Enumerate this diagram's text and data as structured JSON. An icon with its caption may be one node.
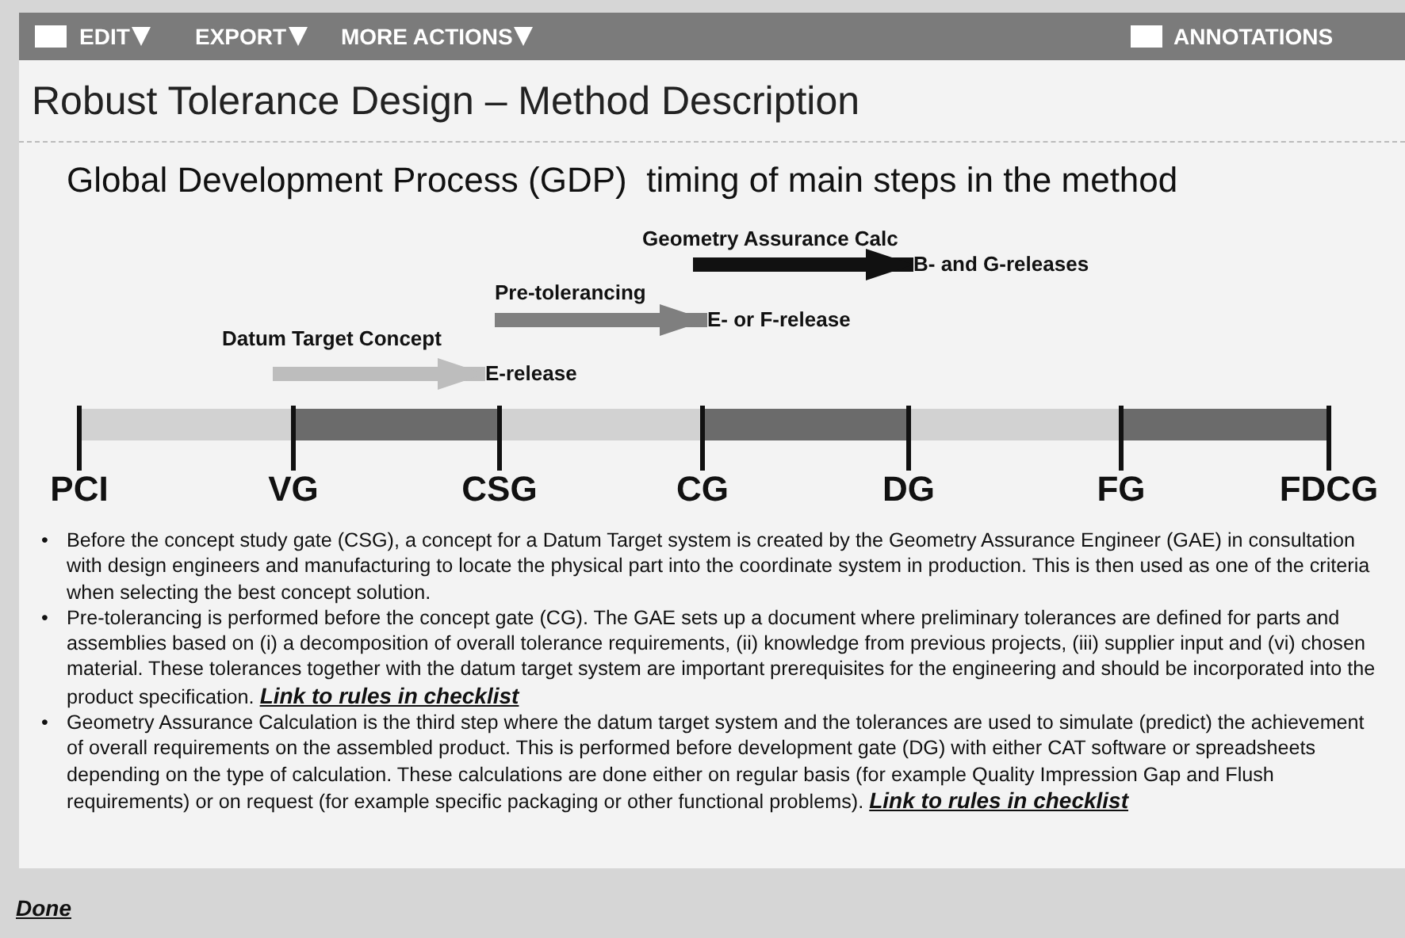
{
  "diagram": {
    "title": "Robust Tolerance Design – Method Description",
    "nodes": [
      {
        "text": [
          "E-release"
        ]
      },
      {
        "text": [
          "E- or F-release"
        ]
      },
      {
        "text": [
          "B- and G-releases"
        ]
      }
    ],
    "edges": [
      {
        "from": null,
        "to": 0,
        "arrow": "to",
        "label": "Datum Target Concept",
        "color": "#bdbdbd"
      },
      {
        "from": null,
        "to": 1,
        "arrow": "to",
        "label": "Pre-tolerancing",
        "color": "#7f7f7f"
      },
      {
        "from": null,
        "to": 2,
        "arrow": "to",
        "label": "Geometry Assurance Calc",
        "color": "#111111"
      }
    ],
    "labels": [
      "EDIT",
      "EXPORT",
      "MORE ACTIONS",
      "ANNOTATIONS",
      "Global Development Process (GDP)  timing of main steps in the method",
      "PCI",
      "VG",
      "CSG",
      "CG",
      "DG",
      "FG",
      "FDCG",
      "•",
      "Before the concept study gate (CSG), a concept for a Datum Target system is created by the Geometry Assurance Engineer (GAE) in consultation with design engineers and manufacturing to locate the physical part into the coordinate system in production. This is then used as one of the criteria when selecting the best concept solution.",
      "•",
      "Pre-tolerancing is performed before the concept gate (CG). The GAE sets up a document where preliminary tolerances are defined for parts and assemblies based on (i) a decomposition of overall tolerance requirements, (ii) knowledge from previous projects, (iii) supplier input and (vi) chosen material. These tolerances together with the datum target system are important prerequisites for the engineering and should be incorporated into the product specification.",
      "Link to rules in checklist",
      "•",
      "Geometry Assurance Calculation is the third step where the datum target system and the tolerances are used to simulate (predict) the achievement of overall requirements on the assembled product. This is performed before development gate (DG) with either CAT software or spreadsheets depending on the type of calculation. These calculations are done either on regular basis (for example Quality Impression Gap and Flush requirements) or on request (for example specific packaging or other functional problems).",
      "Link to rules in checklist",
      "Done"
    ]
  }
}
